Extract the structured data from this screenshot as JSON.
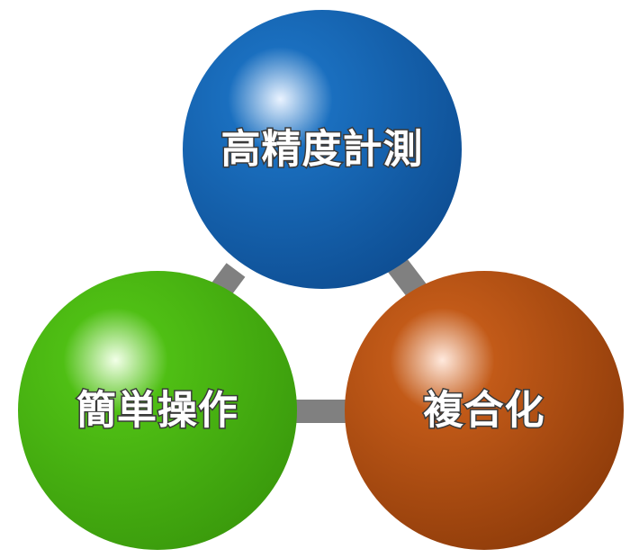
{
  "nodes": [
    {
      "id": "top",
      "label": "高精度計測",
      "color": "#1a6fbf",
      "highlight": "#eaf3ff",
      "shade": "#0e4e93"
    },
    {
      "id": "left",
      "label": "簡単操作",
      "color": "#4fbf14",
      "highlight": "#f2ffe8",
      "shade": "#3a9a0c"
    },
    {
      "id": "right",
      "label": "複合化",
      "color": "#c25a18",
      "highlight": "#ffe9dd",
      "shade": "#8f3c0a"
    }
  ],
  "connector_color": "#808080"
}
